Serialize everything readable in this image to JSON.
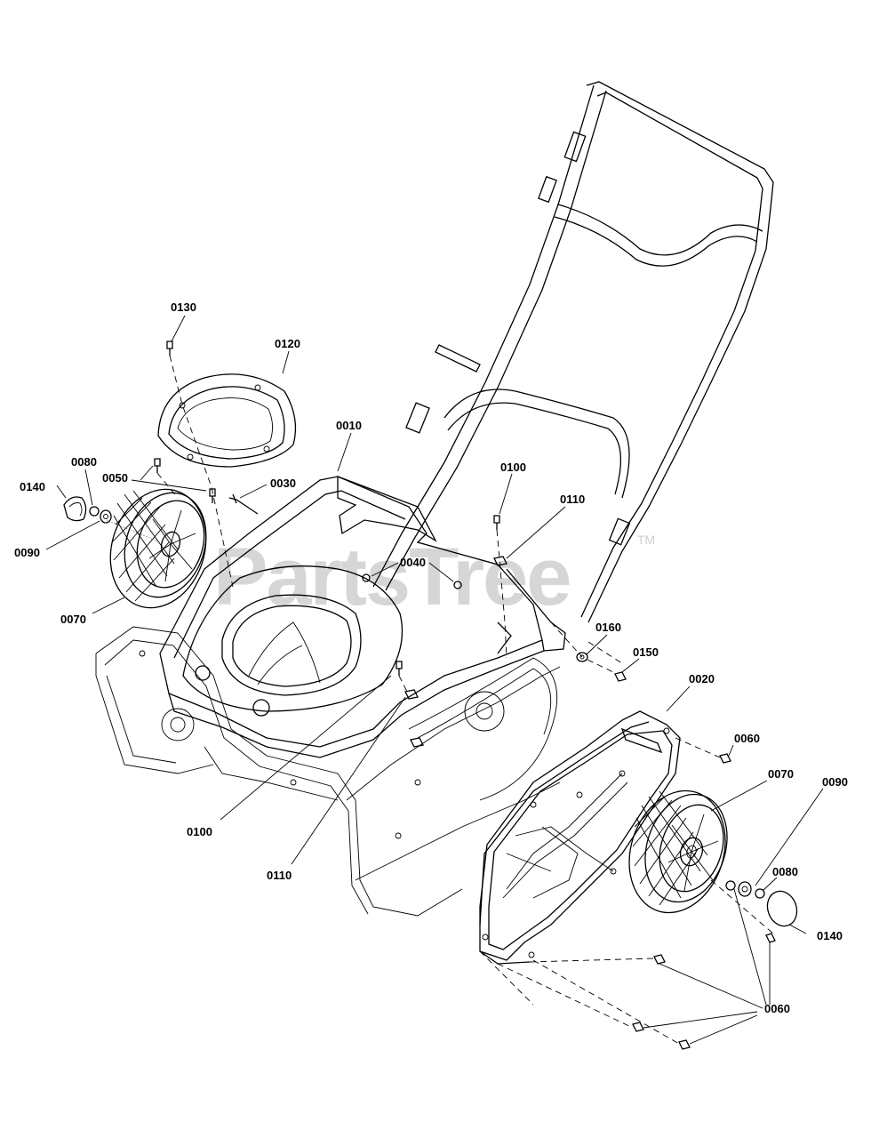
{
  "watermark": {
    "text": "PartsTree",
    "trademark": "TM"
  },
  "callouts": [
    {
      "id": "c1",
      "label": "0130"
    },
    {
      "id": "c2",
      "label": "0120"
    },
    {
      "id": "c3",
      "label": "0010"
    },
    {
      "id": "c4",
      "label": "0080"
    },
    {
      "id": "c5",
      "label": "0050"
    },
    {
      "id": "c6",
      "label": "0030"
    },
    {
      "id": "c7",
      "label": "0140"
    },
    {
      "id": "c8",
      "label": "0090"
    },
    {
      "id": "c9",
      "label": "0070"
    },
    {
      "id": "c10",
      "label": "0100"
    },
    {
      "id": "c11",
      "label": "0110"
    },
    {
      "id": "c12",
      "label": "0040"
    },
    {
      "id": "c13",
      "label": "0160"
    },
    {
      "id": "c14",
      "label": "0150"
    },
    {
      "id": "c15",
      "label": "0020"
    },
    {
      "id": "c16",
      "label": "0060"
    },
    {
      "id": "c17",
      "label": "0070"
    },
    {
      "id": "c18",
      "label": "0090"
    },
    {
      "id": "c19",
      "label": "0080"
    },
    {
      "id": "c20",
      "label": "0140"
    },
    {
      "id": "c21",
      "label": "0100"
    },
    {
      "id": "c22",
      "label": "0110"
    },
    {
      "id": "c23",
      "label": "0060"
    }
  ]
}
